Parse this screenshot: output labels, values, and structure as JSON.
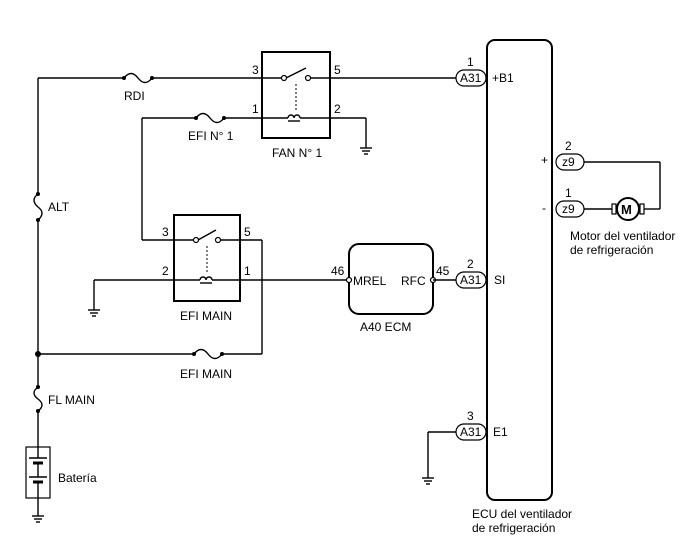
{
  "fuses": {
    "rdi": "RDI",
    "efi1": "EFI N° 1",
    "alt": "ALT",
    "efimain": "EFI MAIN",
    "flmain": "FL MAIN"
  },
  "relays": {
    "fan1": {
      "label": "FAN N° 1",
      "p3": "3",
      "p5": "5",
      "p1": "1",
      "p2": "2"
    },
    "efimain": {
      "label": "EFI MAIN",
      "p3": "3",
      "p5": "5",
      "p2": "2",
      "p1": "1"
    }
  },
  "ecm": {
    "label": "A40  ECM",
    "mrel": "MREL",
    "rfc": "RFC",
    "pin_mrel": "46",
    "pin_rfc": "45"
  },
  "fan_ecu": {
    "label_line1": "ECU del ventilador",
    "label_line2": "de refrigeración",
    "b1": "+B1",
    "si": "SI",
    "e1": "E1",
    "plus": "+",
    "minus": "-",
    "connectors": {
      "b1": {
        "code": "A31",
        "pin": "1"
      },
      "si": {
        "code": "A31",
        "pin": "2"
      },
      "e1": {
        "code": "A31",
        "pin": "3"
      },
      "plus": {
        "code": "z9",
        "pin": "2"
      },
      "minus": {
        "code": "z9",
        "pin": "1"
      }
    }
  },
  "motor": {
    "symbol": "M",
    "label_line1": "Motor del ventilador",
    "label_line2": "de refrigeración"
  },
  "battery": {
    "label": "Batería"
  }
}
